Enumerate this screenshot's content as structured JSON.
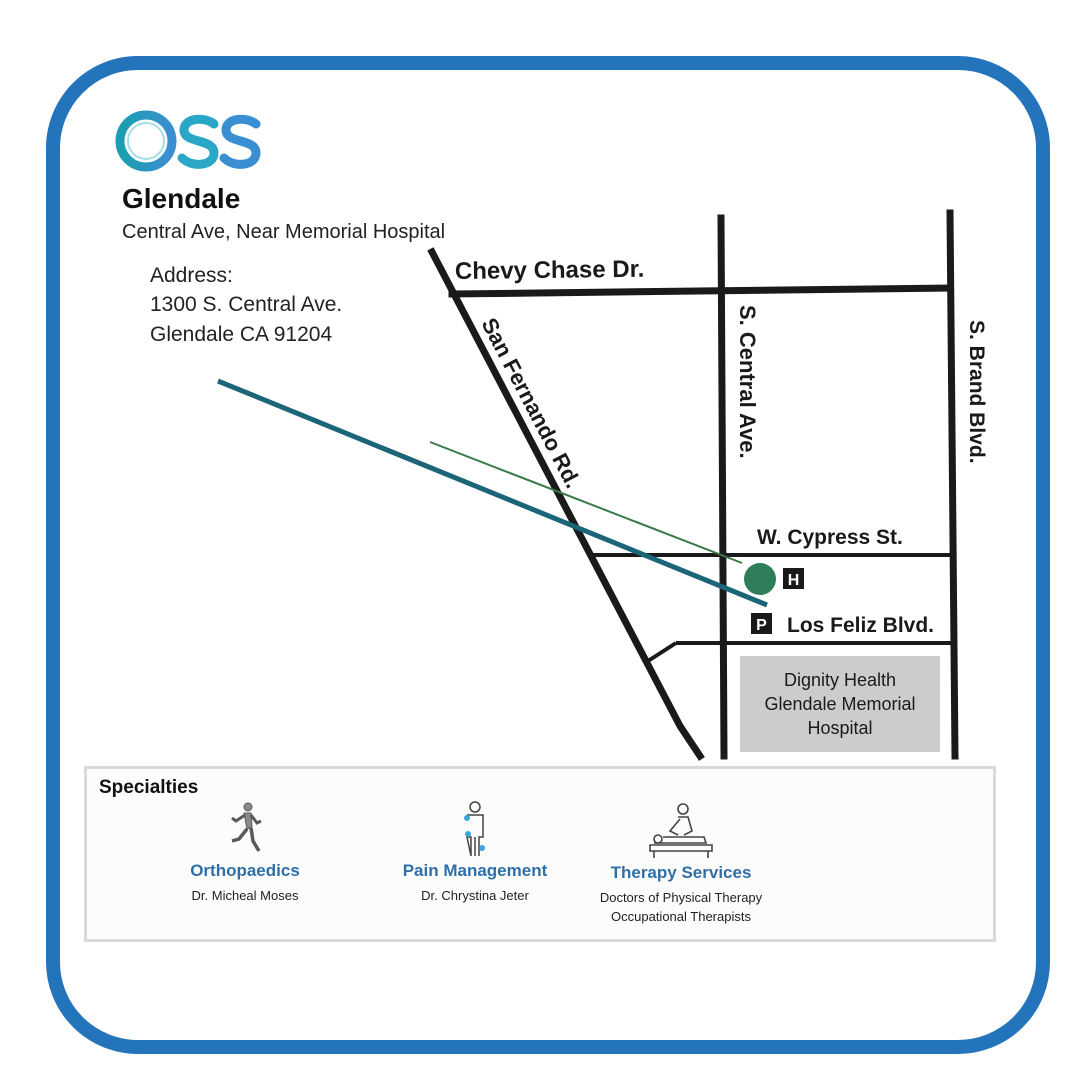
{
  "brand": {
    "logo_text": "OSS"
  },
  "location": {
    "title": "Glendale",
    "subtitle": "Central Ave, Near Memorial Hospital",
    "address_label": "Address:",
    "address_line1": "1300 S. Central Ave.",
    "address_line2": "Glendale CA 91204"
  },
  "map": {
    "streets": {
      "chevy_chase": "Chevy Chase Dr.",
      "san_fernando": "San Fernando Rd.",
      "central": "S. Central Ave.",
      "brand": "S. Brand Blvd.",
      "cypress": "W. Cypress St.",
      "los_feliz": "Los Feliz Blvd."
    },
    "hospital_marker": "H",
    "parking_marker": "P",
    "hospital_line1": "Dignity Health",
    "hospital_line2": "Glendale Memorial",
    "hospital_line3": "Hospital",
    "colors": {
      "pin": "#2e7d5b",
      "pointer_line": "#1c6477",
      "frame": "#2474bb"
    }
  },
  "specialties": {
    "heading": "Specialties",
    "items": [
      {
        "icon": "runner-icon",
        "name": "Orthopaedics",
        "doctors": [
          "Dr. Micheal Moses"
        ]
      },
      {
        "icon": "pain-body-icon",
        "name": "Pain Management",
        "doctors": [
          "Dr. Chrystina Jeter"
        ]
      },
      {
        "icon": "massage-therapy-icon",
        "name": "Therapy Services",
        "doctors": [
          "Doctors of Physical Therapy",
          "Occupational Therapists"
        ]
      }
    ]
  }
}
